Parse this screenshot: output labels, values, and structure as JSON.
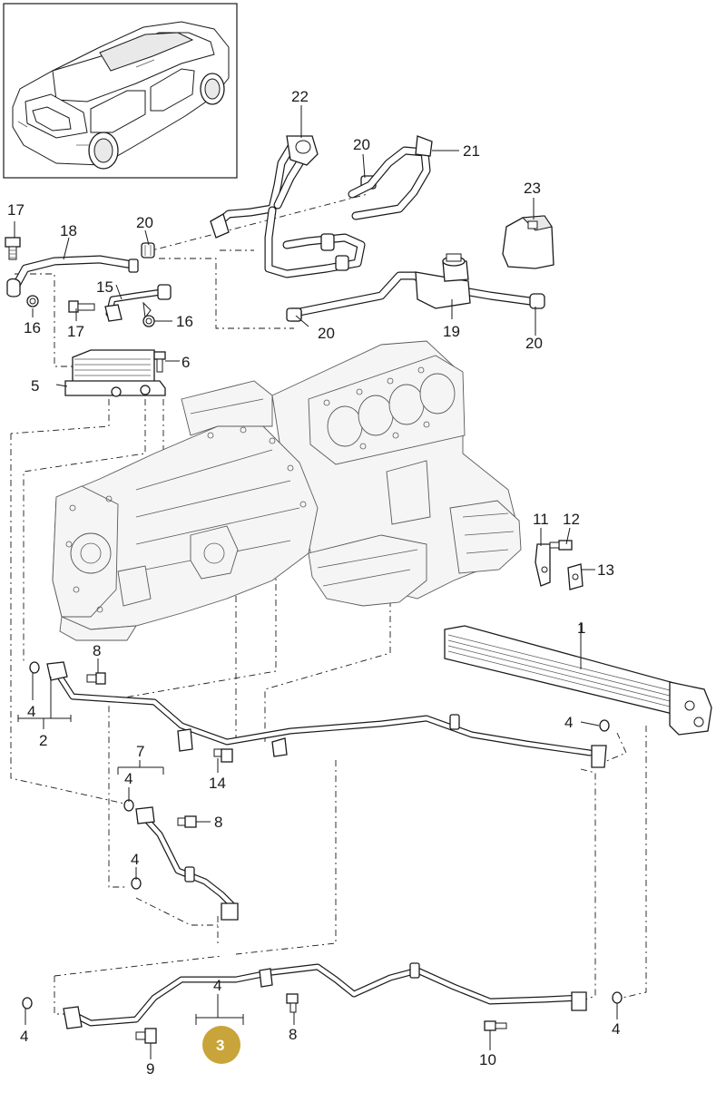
{
  "diagram": {
    "callouts": {
      "c1": "1",
      "c2": "2",
      "c3": "3",
      "c4a": "4",
      "c4b": "4",
      "c4c": "4",
      "c4d": "4",
      "c4e": "4",
      "c4f": "4",
      "c4g": "4",
      "c5": "5",
      "c6": "6",
      "c7": "7",
      "c8a": "8",
      "c8b": "8",
      "c8c": "8",
      "c9": "9",
      "c10": "10",
      "c11": "11",
      "c12": "12",
      "c13": "13",
      "c14": "14",
      "c15": "15",
      "c16a": "16",
      "c16b": "16",
      "c17a": "17",
      "c17b": "17",
      "c18": "18",
      "c19": "19",
      "c20a": "20",
      "c20b": "20",
      "c20c": "20",
      "c20d": "20",
      "c21": "21",
      "c22": "22",
      "c23": "23"
    },
    "highlight_color": "#c9a43a",
    "line_color": "#1a1a1a"
  }
}
